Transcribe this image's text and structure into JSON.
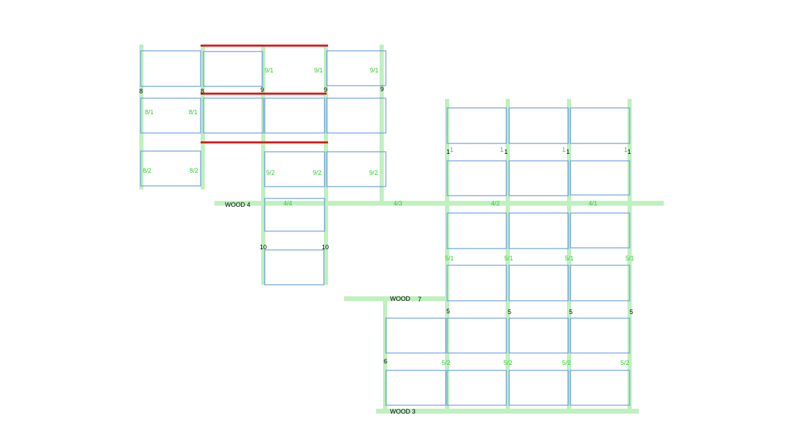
{
  "colors": {
    "background": "#ffffff",
    "structure_green": "#bff0bf",
    "panel_outline": "#6a9ee6",
    "label_green": "#2fcf2f",
    "label_black": "#000000",
    "red_line": "#e0201a"
  },
  "labels": {
    "wood4": "WOOD 4",
    "wood7": "WOOD",
    "wood7_num": "7",
    "wood3": "WOOD 3",
    "l8a": "8",
    "l8b": "8",
    "l9a": "9",
    "l9b": "9",
    "l9c": "9",
    "g81a": "8/1",
    "g81b": "8/1",
    "g82a": "8/2",
    "g82b": "8/2",
    "g91a": "9/1",
    "g91b": "9/1",
    "g91c": "9/1",
    "g92a": "9/2",
    "g92b": "9/2",
    "g92c": "9/2",
    "g44": "4/4",
    "g43": "4/3",
    "g42": "4/2",
    "g41": "4/1",
    "l10a": "10",
    "l10b": "10",
    "k1a": "1",
    "k1b": "1",
    "k1c": "1",
    "k1d": "1",
    "q1a": "1",
    "q1b": "1",
    "q1c": "1",
    "q1d": "1",
    "g51a": "5/1",
    "g51b": "5/1",
    "g51c": "5/1",
    "g51d": "5/1",
    "l5a": "5",
    "l5b": "5",
    "l5c": "5",
    "l5d": "5",
    "l6": "6",
    "g52a": "5/2",
    "g52b": "5/2",
    "g52c": "5/2",
    "g52d": "5/2"
  }
}
